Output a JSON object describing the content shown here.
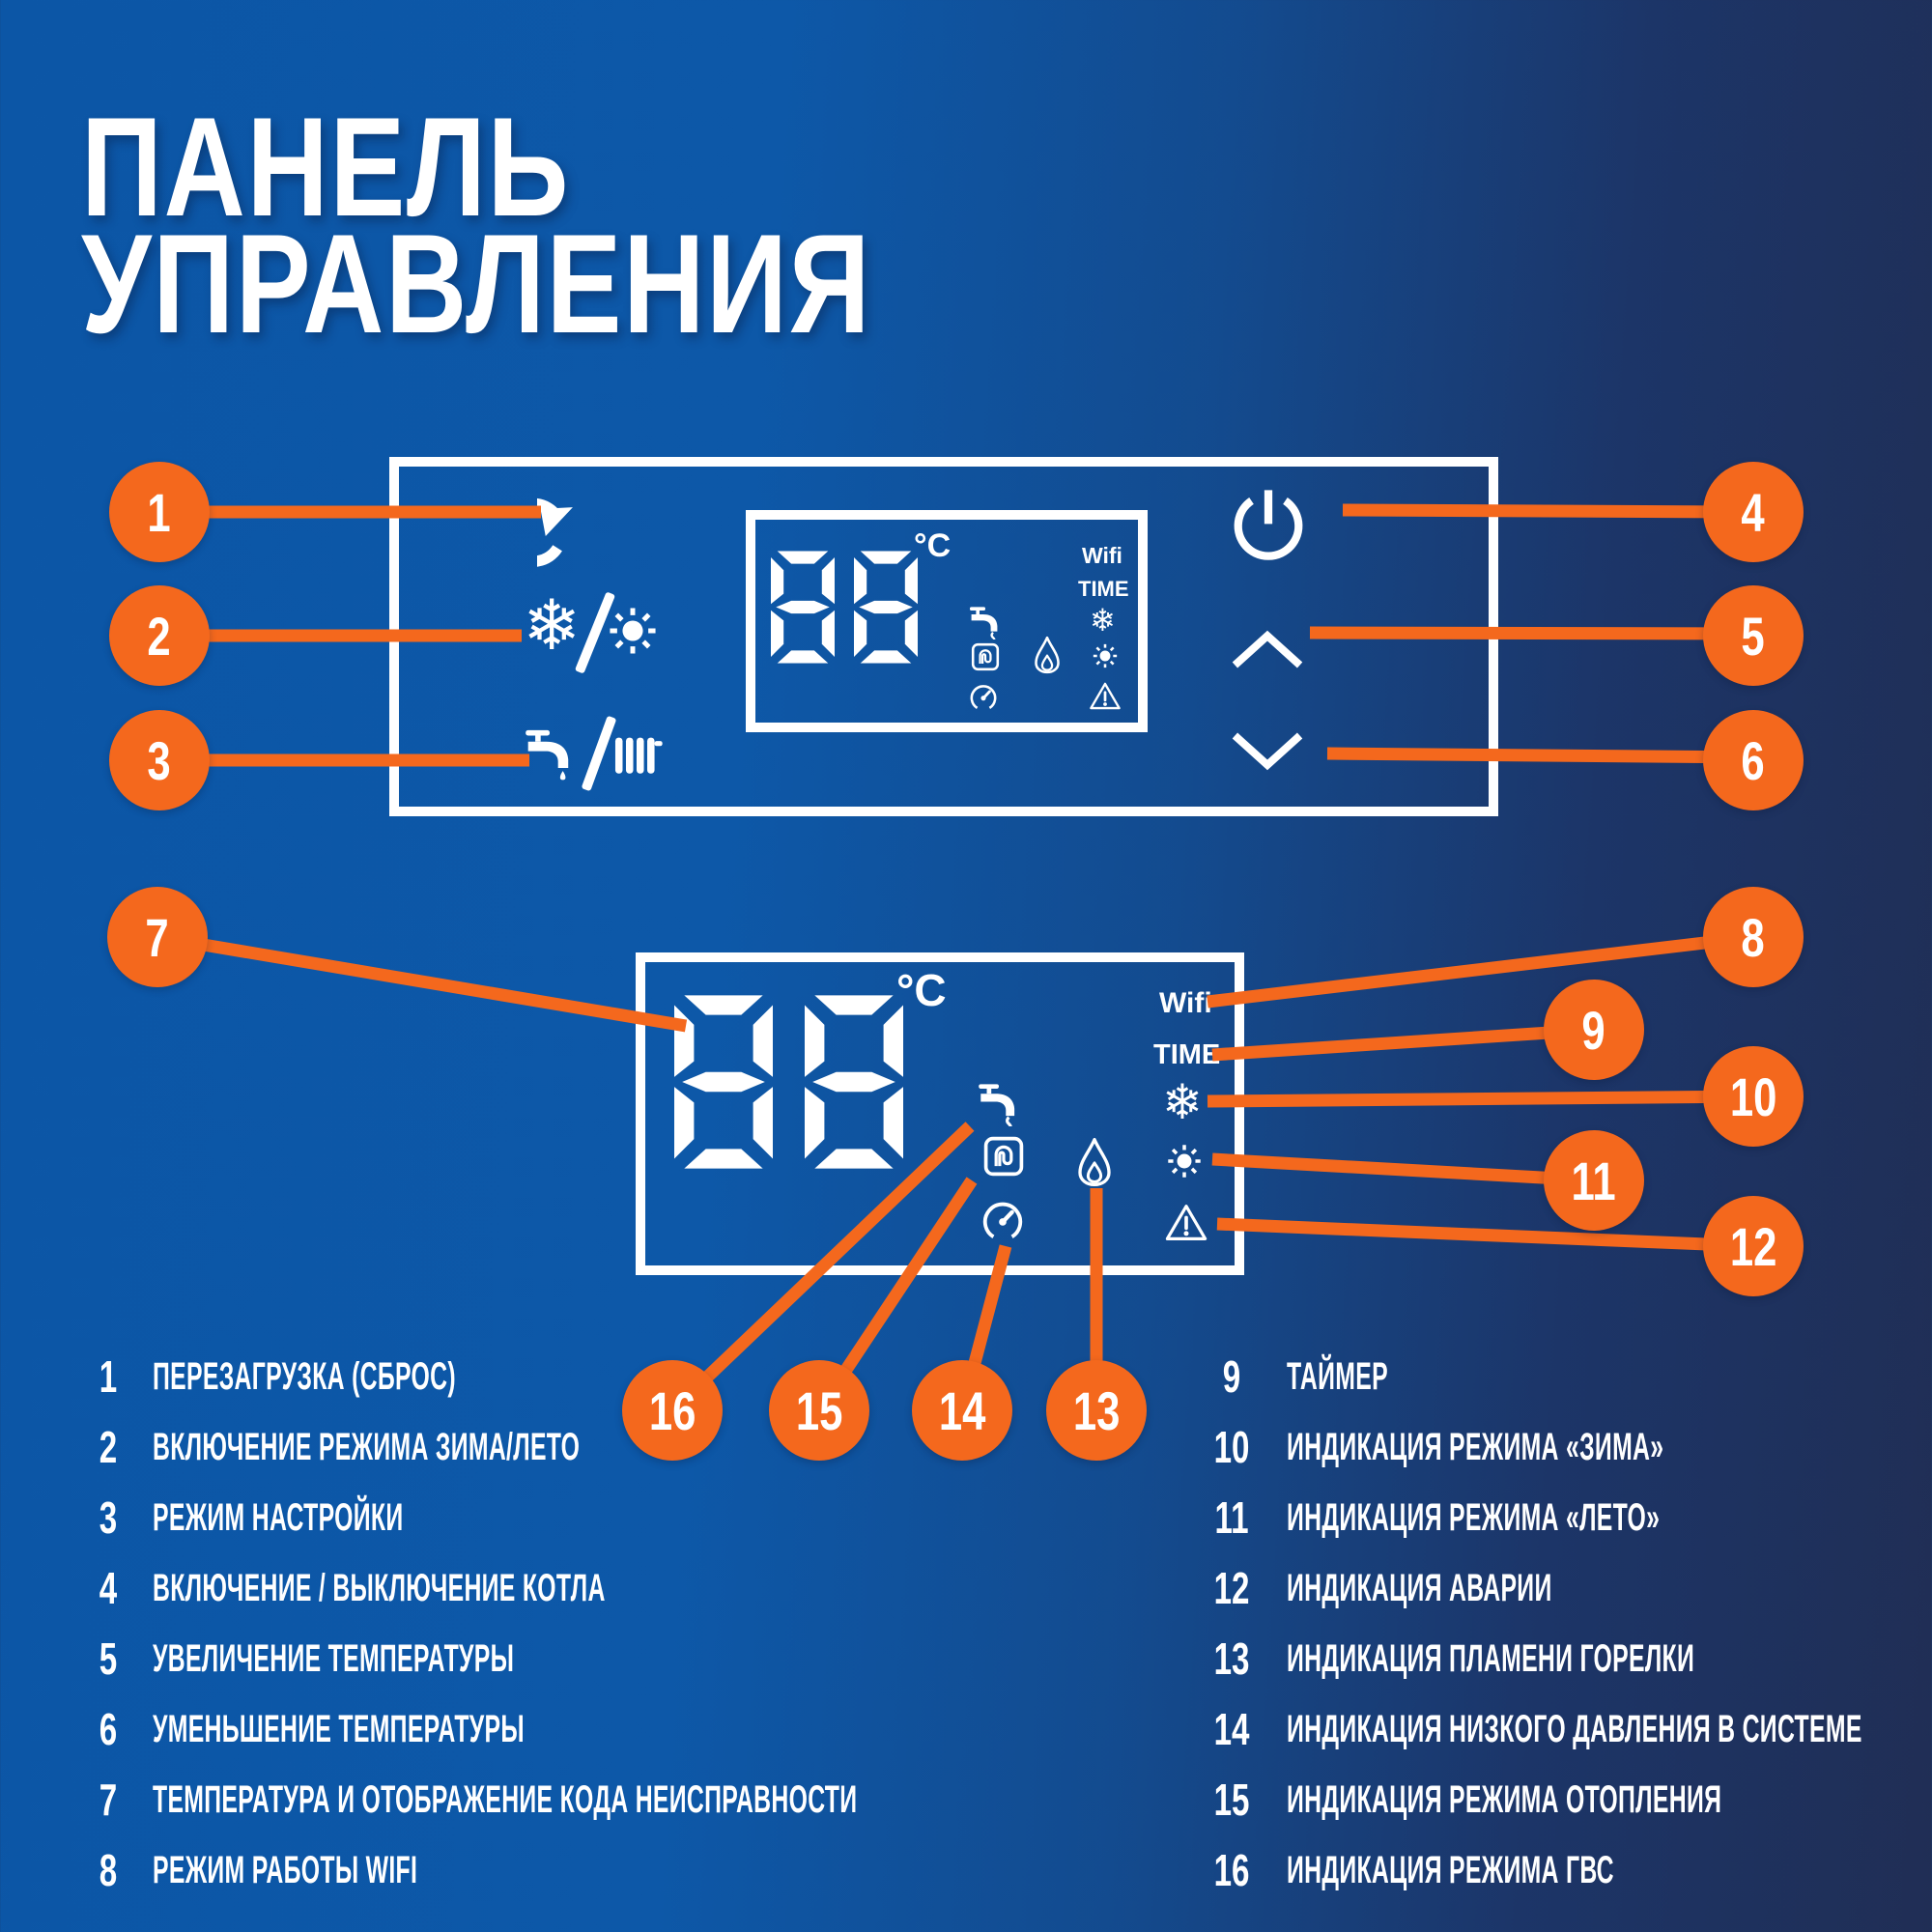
{
  "title": {
    "line1": "ПАНЕЛЬ",
    "line2": "УПРАВЛЕНИЯ"
  },
  "colors": {
    "accent_orange": "#F4681D",
    "background_left": "#0D57A7",
    "background_right": "#202E55",
    "foreground": "#FFFFFF"
  },
  "display": {
    "digits": "88",
    "unit": "°C",
    "wifi": "Wifi",
    "time": "TIME"
  },
  "icons": {
    "snowflake_glyph": "❄",
    "reset": "circular-arrow",
    "summer": "sun",
    "dhw_tap": "faucet",
    "radiator": "radiator",
    "power": "power-symbol",
    "up": "chevron-up",
    "down": "chevron-down",
    "hot_water": "faucet-steam",
    "floor_heating": "coil",
    "pressure": "gauge",
    "burner": "flame",
    "alarm": "warning-triangle"
  },
  "callouts": [
    "1",
    "2",
    "3",
    "4",
    "5",
    "6",
    "7",
    "8",
    "9",
    "10",
    "11",
    "12",
    "13",
    "14",
    "15",
    "16"
  ],
  "legend_left": [
    {
      "num": "1",
      "label": "ПЕРЕЗАГРУЗКА (СБРОС)"
    },
    {
      "num": "2",
      "label": "ВКЛЮЧЕНИЕ РЕЖИМА ЗИМА/ЛЕТО"
    },
    {
      "num": "3",
      "label": "РЕЖИМ НАСТРОЙКИ"
    },
    {
      "num": "4",
      "label": "ВКЛЮЧЕНИЕ / ВЫКЛЮЧЕНИЕ КОТЛА"
    },
    {
      "num": "5",
      "label": "УВЕЛИЧЕНИЕ ТЕМПЕРАТУРЫ"
    },
    {
      "num": "6",
      "label": "УМЕНЬШЕНИЕ ТЕМПЕРАТУРЫ"
    },
    {
      "num": "7",
      "label": "ТЕМПЕРАТУРА И ОТОБРАЖЕНИЕ КОДА НЕИСПРАВНОСТИ"
    },
    {
      "num": "8",
      "label": "РЕЖИМ РАБОТЫ WIFI"
    }
  ],
  "legend_right": [
    {
      "num": "9",
      "label": "ТАЙМЕР"
    },
    {
      "num": "10",
      "label": "ИНДИКАЦИЯ РЕЖИМА «ЗИМА»"
    },
    {
      "num": "11",
      "label": "ИНДИКАЦИЯ РЕЖИМА «ЛЕТО»"
    },
    {
      "num": "12",
      "label": "ИНДИКАЦИЯ АВАРИИ"
    },
    {
      "num": "13",
      "label": "ИНДИКАЦИЯ ПЛАМЕНИ ГОРЕЛКИ"
    },
    {
      "num": "14",
      "label": "ИНДИКАЦИЯ НИЗКОГО ДАВЛЕНИЯ В СИСТЕМЕ"
    },
    {
      "num": "15",
      "label": "ИНДИКАЦИЯ РЕЖИМА ОТОПЛЕНИЯ"
    },
    {
      "num": "16",
      "label": "ИНДИКАЦИЯ РЕЖИМА ГВС"
    }
  ]
}
